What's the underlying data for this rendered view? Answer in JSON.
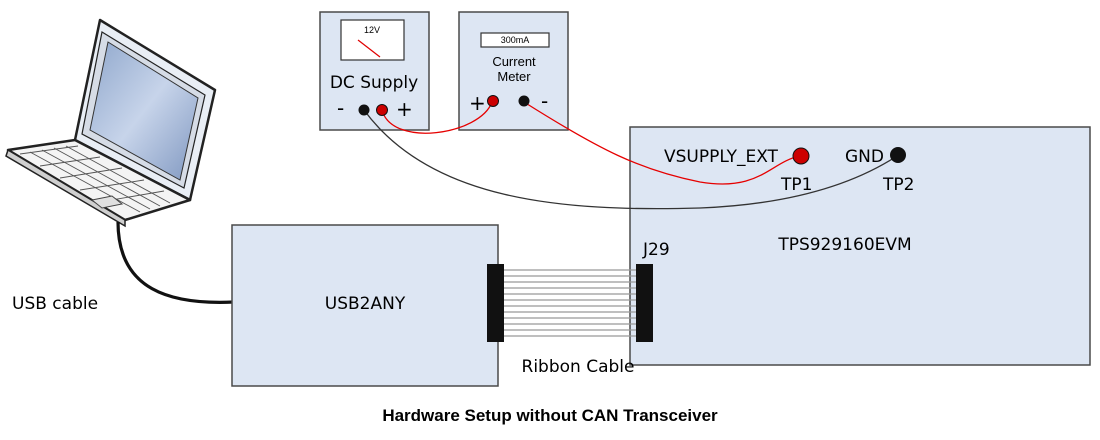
{
  "dc_supply": {
    "label": "DC Supply",
    "display": "12V",
    "minus": "-",
    "plus": "+"
  },
  "current_meter": {
    "label_line1": "Current",
    "label_line2": "Meter",
    "display": "300mA",
    "plus": "+",
    "minus": "-"
  },
  "evm": {
    "name": "TPS929160EVM",
    "connector": "J29",
    "vsupply_label": "VSUPPLY_EXT",
    "tp1": "TP1",
    "gnd_label": "GND",
    "tp2": "TP2"
  },
  "usb2any": {
    "label": "USB2ANY"
  },
  "usb_cable": {
    "label": "USB cable"
  },
  "ribbon_cable": {
    "label": "Ribbon Cable"
  },
  "caption": "Hardware Setup without CAN Transceiver",
  "colors": {
    "box_fill": "#dde6f3",
    "box_stroke": "#4a4a4a",
    "positive_wire": "#e60000",
    "negative_wire": "#333333",
    "terminal_red": "#cc0000"
  }
}
